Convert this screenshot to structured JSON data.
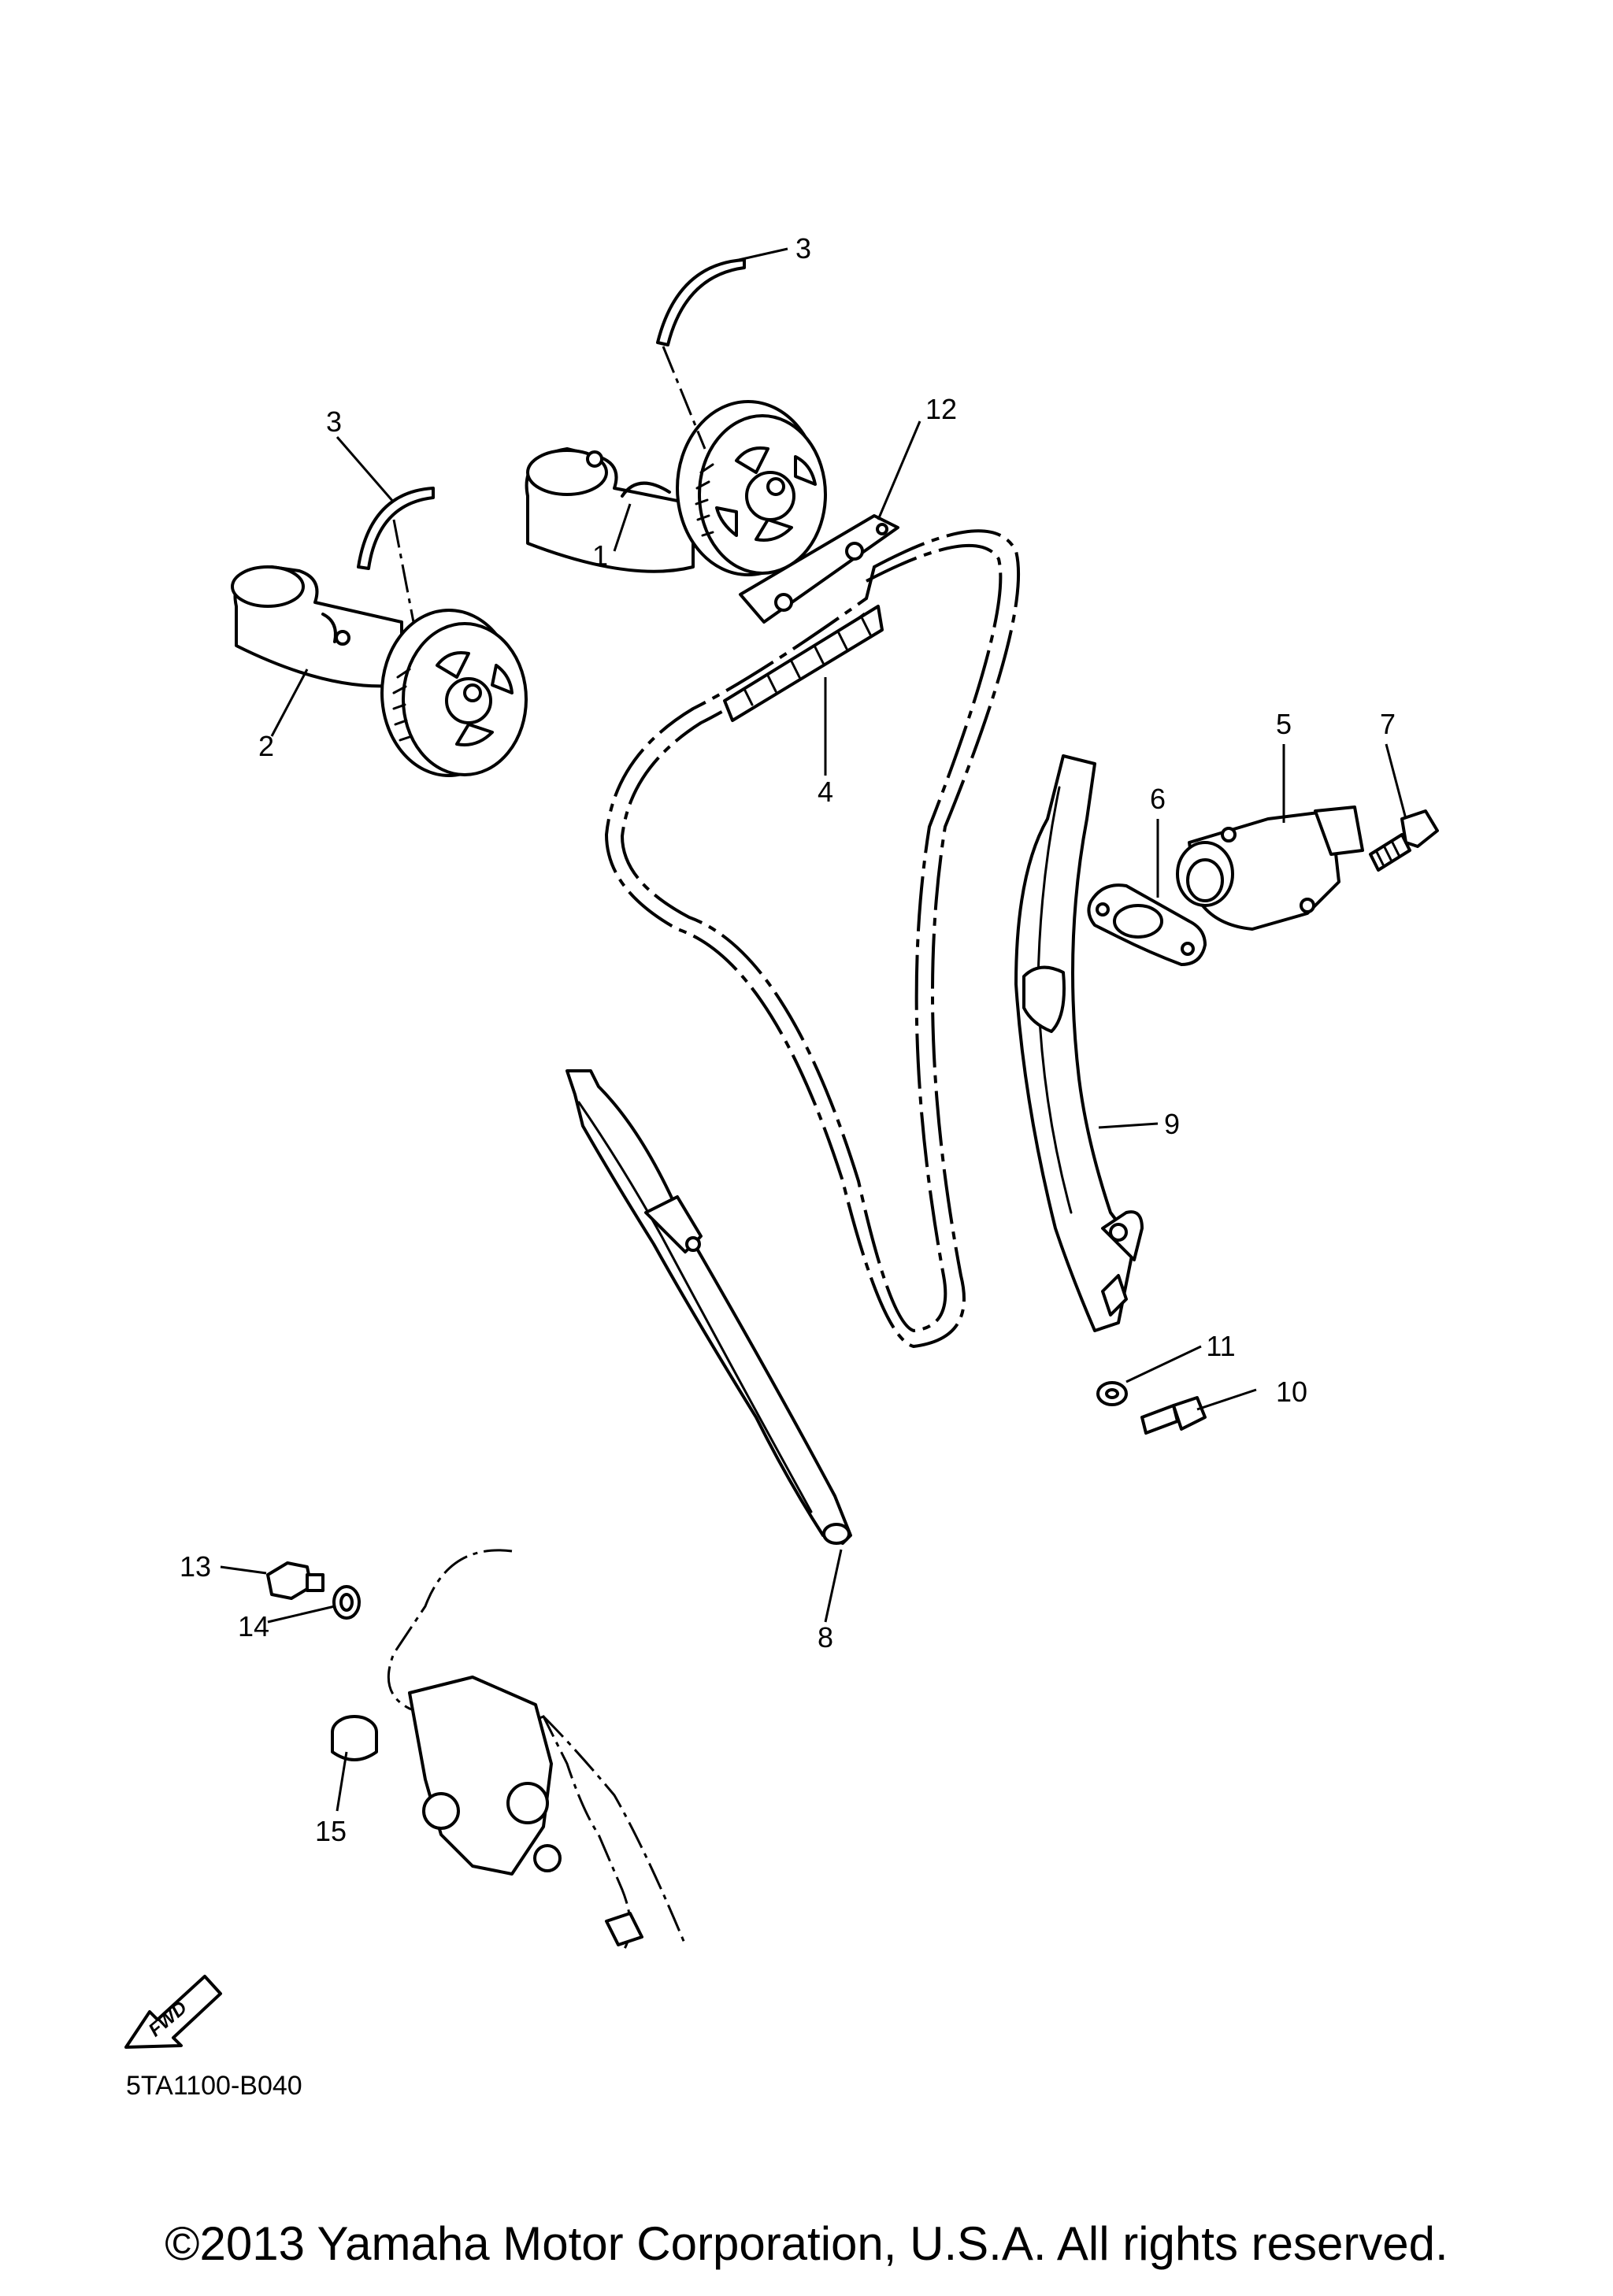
{
  "diagram_code": "5TA1100-B040",
  "copyright": "©2013 Yamaha Motor Corporation, U.S.A. All rights reserved.",
  "fwd_label": "FWD",
  "callouts": {
    "c1": "1",
    "c2": "2",
    "c3a": "3",
    "c3b": "3",
    "c4": "4",
    "c5": "5",
    "c6": "6",
    "c7": "7",
    "c8": "8",
    "c9": "9",
    "c10": "10",
    "c11": "11",
    "c12": "12",
    "c13": "13",
    "c14": "14",
    "c15": "15"
  },
  "icons": {
    "fwd_arrow": "fwd-arrow-icon"
  }
}
